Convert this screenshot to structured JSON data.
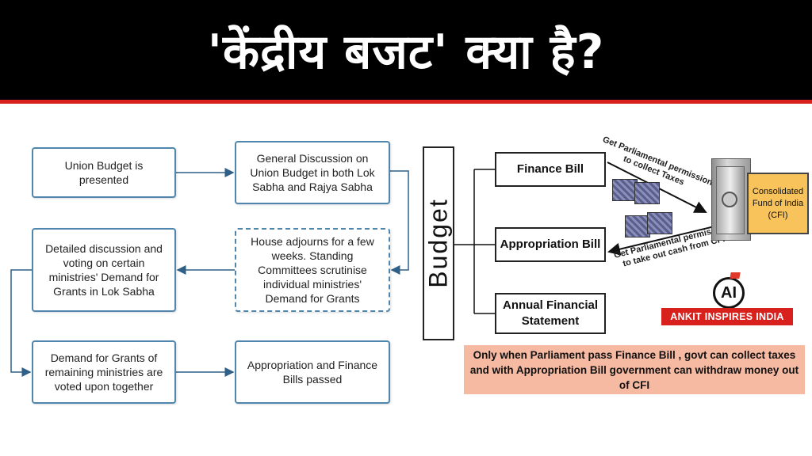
{
  "header": {
    "title": "'केंद्रीय बजट' क्या है?"
  },
  "flowchart": {
    "union_budget": "Union Budget is presented",
    "general_discussion": "General Discussion on Union Budget in both Lok Sabha and Rajya Sabha",
    "house_adjourns": "House adjourns for a few weeks.  Standing Committees scrutinise individual ministries' Demand for Grants",
    "detailed_discussion": "Detailed discussion and voting on certain ministries' Demand for Grants in Lok Sabha",
    "remaining_demands": "Demand for Grants of remaining ministries are voted upon together",
    "bills_passed": "Appropriation and Finance Bills passed"
  },
  "budget_diagram": {
    "budget_label": "Budget",
    "finance_bill": "Finance Bill",
    "appropriation_bill": "Appropriation Bill",
    "annual_statement": "Annual Financial Statement",
    "arrow_top": "Get Parliamental permission to collect Taxes",
    "arrow_bottom": "Get Parliamental permission to take out cash from CFI",
    "cfi": "Consolidated Fund of India (CFI)"
  },
  "note": "Only when Parliament pass Finance Bill , govt can collect taxes and with Appropriation Bill government can withdraw money out of CFI",
  "brand": {
    "logo_text": "AI",
    "name": "ANKIT INSPIRES INDIA"
  },
  "colors": {
    "header_bg": "#000000",
    "accent_red": "#d8201c",
    "box_border": "#4f86ad",
    "note_bg": "#f6b9a2",
    "cfi_bg": "#f7c35a"
  }
}
